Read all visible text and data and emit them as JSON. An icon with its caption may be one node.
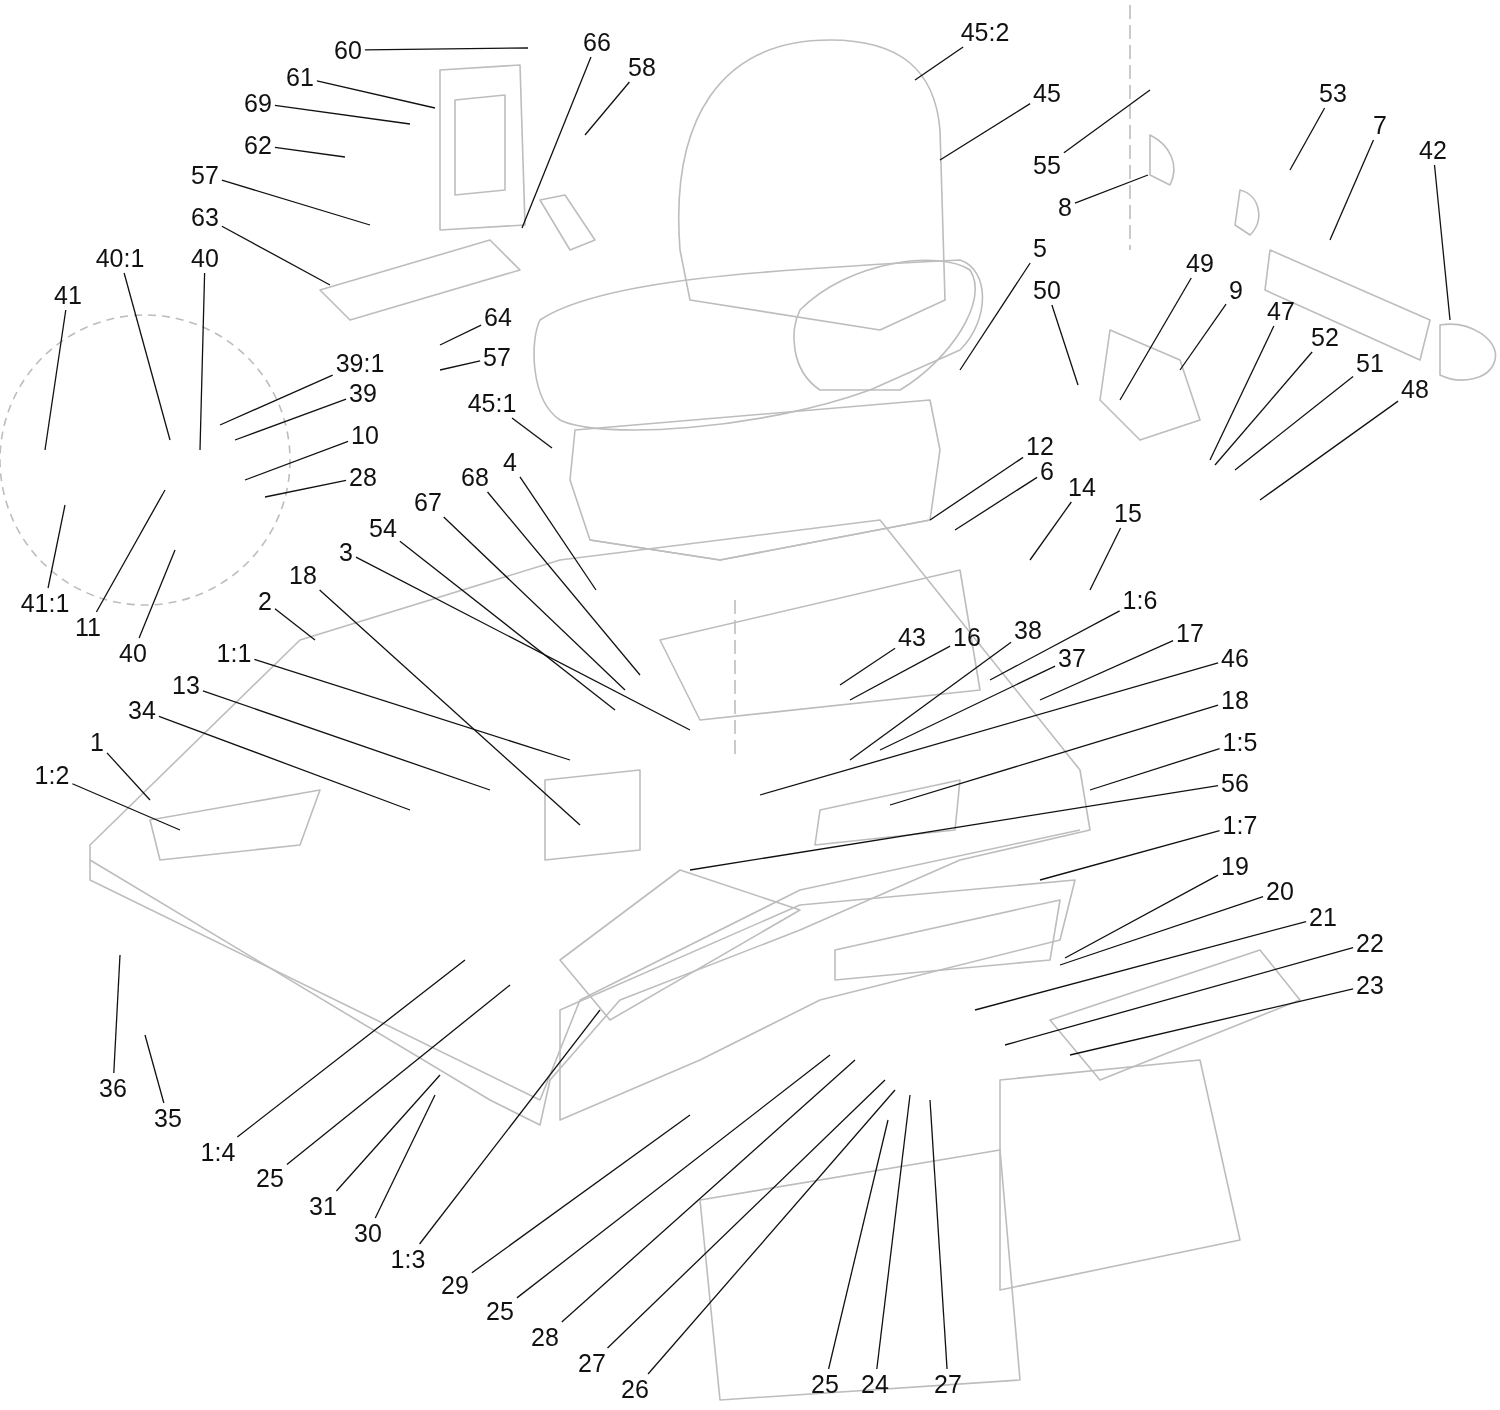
{
  "diagram": {
    "nodes": [
      {
        "text": [
          "45:2"
        ]
      },
      {
        "text": [
          "60"
        ]
      },
      {
        "text": [
          "66"
        ]
      },
      {
        "text": [
          "58"
        ]
      },
      {
        "text": [
          "61"
        ]
      },
      {
        "text": [
          "45"
        ]
      },
      {
        "text": [
          "69"
        ]
      },
      {
        "text": [
          "53"
        ]
      },
      {
        "text": [
          "7"
        ]
      },
      {
        "text": [
          "42"
        ]
      },
      {
        "text": [
          "62"
        ]
      },
      {
        "text": [
          "55"
        ]
      },
      {
        "text": [
          "57"
        ]
      },
      {
        "text": [
          "8"
        ]
      },
      {
        "text": [
          "63"
        ]
      },
      {
        "text": [
          "40:1"
        ]
      },
      {
        "text": [
          "40"
        ]
      },
      {
        "text": [
          "41"
        ]
      },
      {
        "text": [
          "49"
        ]
      },
      {
        "text": [
          "5"
        ]
      },
      {
        "text": [
          "50"
        ]
      },
      {
        "text": [
          "9"
        ]
      },
      {
        "text": [
          "64"
        ]
      },
      {
        "text": [
          "47"
        ]
      },
      {
        "text": [
          "52"
        ]
      },
      {
        "text": [
          "57"
        ]
      },
      {
        "text": [
          "51"
        ]
      },
      {
        "text": [
          "39:1"
        ]
      },
      {
        "text": [
          "45:1"
        ]
      },
      {
        "text": [
          "48"
        ]
      },
      {
        "text": [
          "39"
        ]
      },
      {
        "text": [
          "10"
        ]
      },
      {
        "text": [
          "12"
        ]
      },
      {
        "text": [
          "28"
        ]
      },
      {
        "text": [
          "68"
        ]
      },
      {
        "text": [
          "4"
        ]
      },
      {
        "text": [
          "6"
        ]
      },
      {
        "text": [
          "14"
        ]
      },
      {
        "text": [
          "67"
        ]
      },
      {
        "text": [
          "54"
        ]
      },
      {
        "text": [
          "15"
        ]
      },
      {
        "text": [
          "3"
        ]
      },
      {
        "text": [
          "18"
        ]
      },
      {
        "text": [
          "41:1"
        ]
      },
      {
        "text": [
          "11"
        ]
      },
      {
        "text": [
          "2"
        ]
      },
      {
        "text": [
          "1:6"
        ]
      },
      {
        "text": [
          "43"
        ]
      },
      {
        "text": [
          "16"
        ]
      },
      {
        "text": [
          "38"
        ]
      },
      {
        "text": [
          "40"
        ]
      },
      {
        "text": [
          "1:1"
        ]
      },
      {
        "text": [
          "17"
        ]
      },
      {
        "text": [
          "37"
        ]
      },
      {
        "text": [
          "46"
        ]
      },
      {
        "text": [
          "13"
        ]
      },
      {
        "text": [
          "18"
        ]
      },
      {
        "text": [
          "34"
        ]
      },
      {
        "text": [
          "1"
        ]
      },
      {
        "text": [
          "1:5"
        ]
      },
      {
        "text": [
          "1:2"
        ]
      },
      {
        "text": [
          "56"
        ]
      },
      {
        "text": [
          "1:7"
        ]
      },
      {
        "text": [
          "19"
        ]
      },
      {
        "text": [
          "20"
        ]
      },
      {
        "text": [
          "21"
        ]
      },
      {
        "text": [
          "22"
        ]
      },
      {
        "text": [
          "23"
        ]
      },
      {
        "text": [
          "36"
        ]
      },
      {
        "text": [
          "35"
        ]
      },
      {
        "text": [
          "1:4"
        ]
      },
      {
        "text": [
          "25"
        ]
      },
      {
        "text": [
          "31"
        ]
      },
      {
        "text": [
          "30"
        ]
      },
      {
        "text": [
          "1:3"
        ]
      },
      {
        "text": [
          "29"
        ]
      },
      {
        "text": [
          "25"
        ]
      },
      {
        "text": [
          "28"
        ]
      },
      {
        "text": [
          "27"
        ]
      },
      {
        "text": [
          "26"
        ]
      },
      {
        "text": [
          "25"
        ]
      },
      {
        "text": [
          "24"
        ]
      },
      {
        "text": [
          "27"
        ]
      }
    ],
    "edges": [
      {
        "from": 0,
        "to": null,
        "arrow": "none"
      },
      {
        "from": 1,
        "to": null,
        "arrow": "none"
      },
      {
        "from": 2,
        "to": null,
        "arrow": "none"
      },
      {
        "from": 3,
        "to": null,
        "arrow": "none"
      },
      {
        "from": 4,
        "to": null,
        "arrow": "none"
      },
      {
        "from": 5,
        "to": null,
        "arrow": "none"
      },
      {
        "from": 6,
        "to": null,
        "arrow": "none"
      },
      {
        "from": 7,
        "to": null,
        "arrow": "none"
      },
      {
        "from": 8,
        "to": null,
        "arrow": "none"
      },
      {
        "from": 9,
        "to": null,
        "arrow": "none"
      },
      {
        "from": 10,
        "to": null,
        "arrow": "none"
      },
      {
        "from": 11,
        "to": null,
        "arrow": "none"
      },
      {
        "from": 12,
        "to": null,
        "arrow": "none"
      },
      {
        "from": 13,
        "to": null,
        "arrow": "none"
      },
      {
        "from": 14,
        "to": null,
        "arrow": "none"
      },
      {
        "from": 15,
        "to": null,
        "arrow": "none"
      },
      {
        "from": 16,
        "to": null,
        "arrow": "none"
      },
      {
        "from": 17,
        "to": null,
        "arrow": "none"
      },
      {
        "from": 18,
        "to": null,
        "arrow": "none"
      },
      {
        "from": 19,
        "to": null,
        "arrow": "none"
      },
      {
        "from": 20,
        "to": null,
        "arrow": "none"
      },
      {
        "from": 21,
        "to": null,
        "arrow": "none"
      },
      {
        "from": 22,
        "to": null,
        "arrow": "none"
      },
      {
        "from": 23,
        "to": null,
        "arrow": "none"
      },
      {
        "from": 24,
        "to": null,
        "arrow": "none"
      },
      {
        "from": 25,
        "to": null,
        "arrow": "none"
      },
      {
        "from": 26,
        "to": null,
        "arrow": "none"
      },
      {
        "from": 27,
        "to": null,
        "arrow": "none"
      },
      {
        "from": 28,
        "to": null,
        "arrow": "none"
      },
      {
        "from": 29,
        "to": null,
        "arrow": "none"
      },
      {
        "from": 30,
        "to": null,
        "arrow": "none"
      },
      {
        "from": 31,
        "to": null,
        "arrow": "none"
      },
      {
        "from": 32,
        "to": null,
        "arrow": "none"
      },
      {
        "from": 33,
        "to": null,
        "arrow": "none"
      },
      {
        "from": 34,
        "to": null,
        "arrow": "none"
      },
      {
        "from": 35,
        "to": null,
        "arrow": "none"
      },
      {
        "from": 36,
        "to": null,
        "arrow": "none"
      },
      {
        "from": 37,
        "to": null,
        "arrow": "none"
      },
      {
        "from": 38,
        "to": null,
        "arrow": "none"
      },
      {
        "from": 39,
        "to": null,
        "arrow": "none"
      },
      {
        "from": 40,
        "to": null,
        "arrow": "none"
      },
      {
        "from": 41,
        "to": null,
        "arrow": "none"
      },
      {
        "from": 42,
        "to": null,
        "arrow": "none"
      },
      {
        "from": 43,
        "to": null,
        "arrow": "none"
      },
      {
        "from": 44,
        "to": null,
        "arrow": "none"
      },
      {
        "from": 45,
        "to": null,
        "arrow": "none"
      },
      {
        "from": 46,
        "to": null,
        "arrow": "none"
      },
      {
        "from": 47,
        "to": null,
        "arrow": "none"
      },
      {
        "from": 48,
        "to": null,
        "arrow": "none"
      },
      {
        "from": 49,
        "to": null,
        "arrow": "none"
      },
      {
        "from": 50,
        "to": null,
        "arrow": "none"
      },
      {
        "from": 51,
        "to": null,
        "arrow": "none"
      },
      {
        "from": 52,
        "to": null,
        "arrow": "none"
      },
      {
        "from": 53,
        "to": null,
        "arrow": "none"
      },
      {
        "from": 54,
        "to": null,
        "arrow": "none"
      },
      {
        "from": 55,
        "to": null,
        "arrow": "none"
      },
      {
        "from": 56,
        "to": null,
        "arrow": "none"
      },
      {
        "from": 57,
        "to": null,
        "arrow": "none"
      },
      {
        "from": 58,
        "to": null,
        "arrow": "none"
      },
      {
        "from": 59,
        "to": null,
        "arrow": "none"
      },
      {
        "from": 60,
        "to": null,
        "arrow": "none"
      },
      {
        "from": 61,
        "to": null,
        "arrow": "none"
      },
      {
        "from": 62,
        "to": null,
        "arrow": "none"
      },
      {
        "from": 63,
        "to": null,
        "arrow": "none"
      },
      {
        "from": 64,
        "to": null,
        "arrow": "none"
      },
      {
        "from": 65,
        "to": null,
        "arrow": "none"
      },
      {
        "from": 66,
        "to": null,
        "arrow": "none"
      },
      {
        "from": 67,
        "to": null,
        "arrow": "none"
      },
      {
        "from": 68,
        "to": null,
        "arrow": "none"
      },
      {
        "from": 69,
        "to": null,
        "arrow": "none"
      },
      {
        "from": 70,
        "to": null,
        "arrow": "none"
      },
      {
        "from": 71,
        "to": null,
        "arrow": "none"
      },
      {
        "from": 72,
        "to": null,
        "arrow": "none"
      },
      {
        "from": 73,
        "to": null,
        "arrow": "none"
      },
      {
        "from": 74,
        "to": null,
        "arrow": "none"
      },
      {
        "from": 75,
        "to": null,
        "arrow": "none"
      },
      {
        "from": 76,
        "to": null,
        "arrow": "none"
      },
      {
        "from": 77,
        "to": null,
        "arrow": "none"
      },
      {
        "from": 78,
        "to": null,
        "arrow": "none"
      },
      {
        "from": 79,
        "to": null,
        "arrow": "none"
      },
      {
        "from": 80,
        "to": null,
        "arrow": "none"
      },
      {
        "from": 81,
        "to": null,
        "arrow": "none"
      },
      {
        "from": 82,
        "to": null,
        "arrow": "none"
      }
    ]
  }
}
